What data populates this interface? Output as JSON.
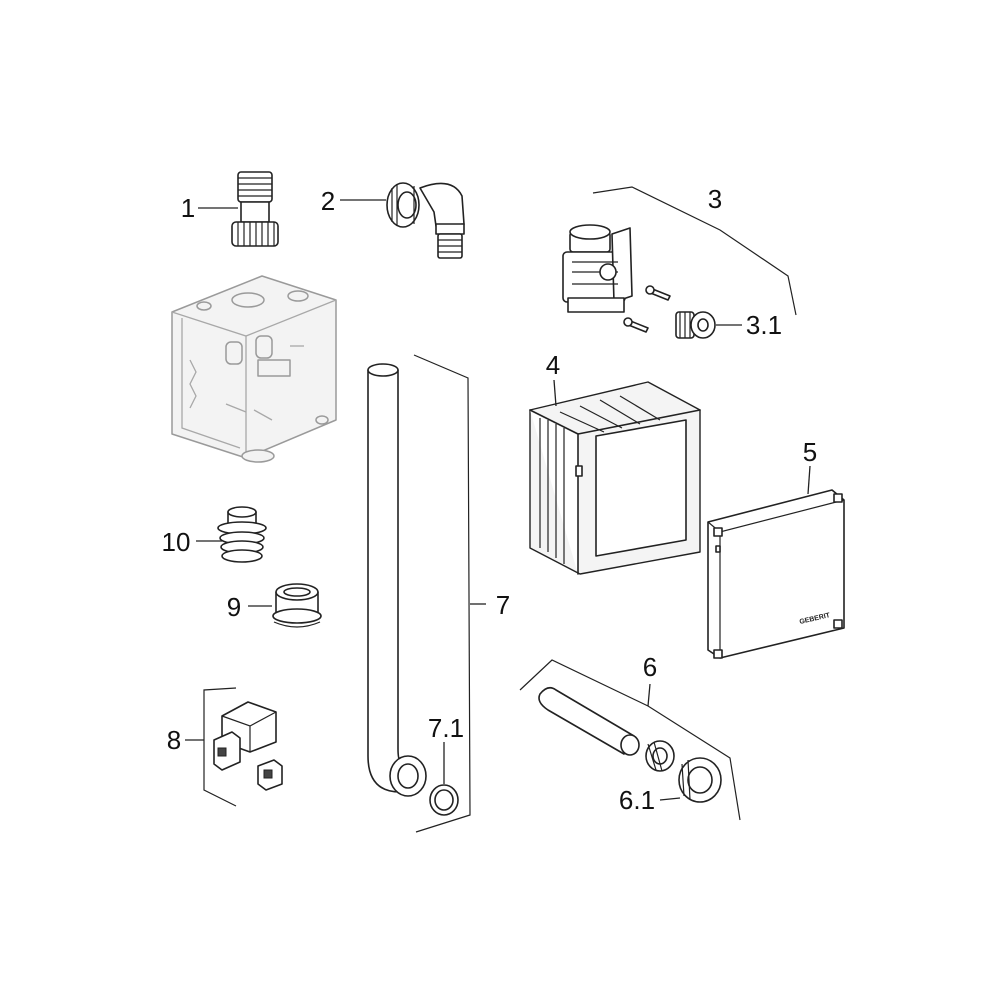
{
  "callouts": {
    "c1": "1",
    "c2": "2",
    "c3": "3",
    "c3_1": "3.1",
    "c4": "4",
    "c5": "5",
    "c6": "6",
    "c6_1": "6.1",
    "c7": "7",
    "c7_1": "7.1",
    "c8": "8",
    "c9": "9",
    "c10": "10"
  },
  "cover_brand": "GEBERIT"
}
